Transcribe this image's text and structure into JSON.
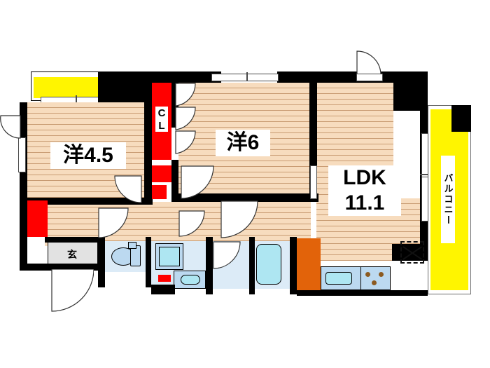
{
  "plan": {
    "type": "japanese-apartment-floorplan",
    "rooms": [
      {
        "id": "washitsu-45",
        "label": "洋4.5",
        "name": "western-room-4.5-jo"
      },
      {
        "id": "washitsu-6",
        "label": "洋6",
        "name": "western-room-6-jo"
      },
      {
        "id": "ldk",
        "label_line1": "LDK",
        "label_line2": "11.1",
        "name": "living-dining-kitchen"
      },
      {
        "id": "closet",
        "label_line1": "C",
        "label_line2": "L",
        "name": "closet"
      },
      {
        "id": "genkan",
        "label": "玄",
        "name": "entrance"
      },
      {
        "id": "balcony-right",
        "label": "バルコニー",
        "name": "balcony"
      }
    ],
    "fixtures": [
      {
        "name": "toilet",
        "label": ""
      },
      {
        "name": "washbasin",
        "label": ""
      },
      {
        "name": "washing-machine-pan",
        "label": ""
      },
      {
        "name": "bathtub",
        "label": ""
      },
      {
        "name": "kitchen-sink",
        "label": ""
      },
      {
        "name": "gas-stove-3-burner",
        "label": ""
      },
      {
        "name": "pipe-shaft",
        "label": ""
      }
    ],
    "colors": {
      "wall": "#000000",
      "floor": "#F7DCBE",
      "floor_line": "#C89B72",
      "closet_red": "#FF0000",
      "balcony_yellow": "#FFF500",
      "storage_orange": "#E2630A",
      "water_blue": "#AEE6F2",
      "wet_area": "#DCEBF7",
      "genkan_grey": "#E2E2E2"
    }
  }
}
